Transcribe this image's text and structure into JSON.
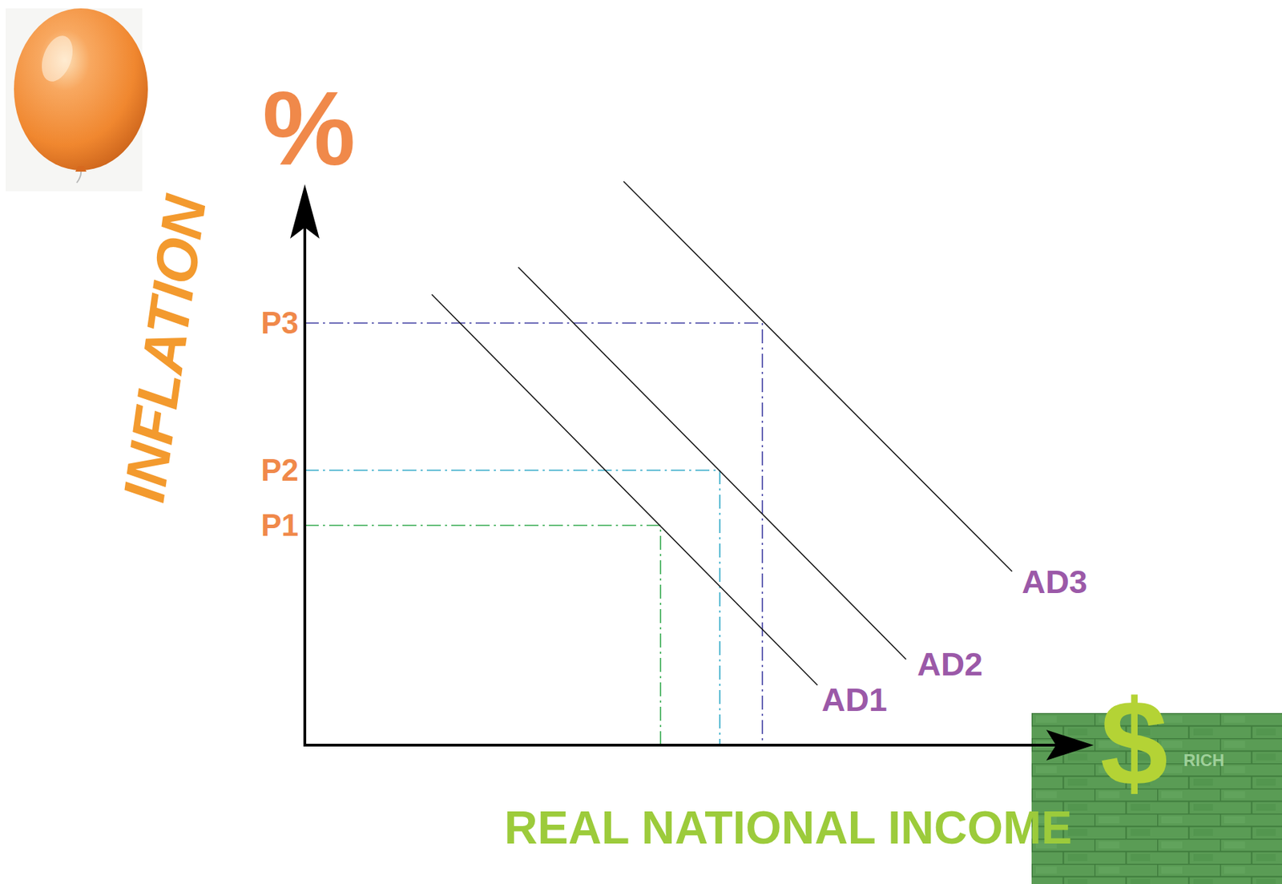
{
  "diagram": {
    "labels": [
      "%",
      "INFLATION",
      "P3",
      "P2",
      "P1",
      "AD3",
      "AD2",
      "AD1",
      "RICH",
      "$",
      "REAL NATIONAL INCOME"
    ]
  }
}
